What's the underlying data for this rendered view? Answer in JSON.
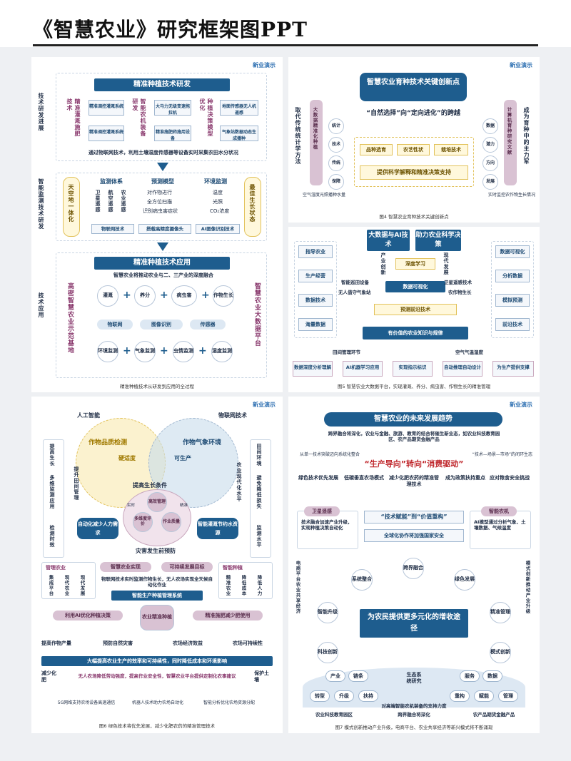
{
  "header": {
    "title": "《智慧农业》研究框架图PPT"
  },
  "brand": "新业演示",
  "p1": {
    "side1": "技术研发进展",
    "side2": "智能监测技术研发",
    "side3": "技术应用",
    "top_title": "精准种植技术研发",
    "g1_label": "精准灌溉施肥技术",
    "g1_items": [
      "精准调控灌溉系统",
      "精准调控灌溉系统"
    ],
    "g2_label": "智能农机装备研发",
    "g2_items": [
      "大马力无级变速拖拉机",
      "精准施肥药施用设备"
    ],
    "g3_label": "种植决策模型优化",
    "g3_items": [
      "地面传感器无人机遥感",
      "气象站数据动态生成播种"
    ],
    "top_note": "通过物联网技术，利用土壤湿度传感器等设备实时采集农田水分状况",
    "mid_left": "天空地一体化",
    "mid_right": "最佳生长状态",
    "col1_title": "监测体系",
    "col1_items": [
      "卫星遥感",
      "航空遥感",
      "农业遥感"
    ],
    "col2_title": "预测模型",
    "col2_items": [
      "对作物进行",
      "全方位扫描",
      "识别病虫害症状"
    ],
    "col3_title": "环境监测",
    "col3_items": [
      "温度",
      "光照",
      "CO₂浓度"
    ],
    "mid_bottom": [
      "物联网技术",
      "搭载高精度摄像头",
      "AI图像识别技术"
    ],
    "app_title": "精准种植技术应用",
    "app_note": "智慧农业将推动农业与二、三产业的深度融合",
    "app_left": "高密智慧农业示范基地",
    "app_right": "智慧农业大数据平台",
    "row1": [
      "灌溉",
      "养分",
      "病虫害",
      "作物生长"
    ],
    "row_mid": [
      "物联网",
      "图像识别",
      "传感器"
    ],
    "row2": [
      "环境监测",
      "气象监测",
      "虫情监测",
      "湿度监测"
    ],
    "caption": "精准种植技术从研发到应用的全过程"
  },
  "p2": {
    "title": "智慧农业育种技术关键创新点",
    "left_v": "取代传统统计学方法",
    "right_v": "成为育种中的主力军",
    "arc_left": "大数据精准化种植",
    "arc_right": "计算机育种研究文献",
    "slogan": "“自然选择”向“定向进化”的跨越",
    "left_circles": [
      "统计",
      "技术",
      "传统",
      "保障"
    ],
    "right_circles": [
      "数据",
      "潜力",
      "方向",
      "发展"
    ],
    "mid_boxes": [
      "品种选育",
      "农艺性状",
      "栽培技术"
    ],
    "support": "提供科学解释和精准决策支持",
    "bot_left": "空气湿度光照播种水量",
    "bot_right": "实时监控农作物生长情况",
    "caption": "图4 智慧农业育种技术关键创新点"
  },
  "p3": {
    "top_left": "大数据与AI技术",
    "top_right": "助力农业科学决策",
    "left_col": [
      "指导农业",
      "生产经营",
      "数据技术",
      "海量数据"
    ],
    "right_col": [
      "数据可视化",
      "分析数据",
      "模拟预测",
      "前沿技术"
    ],
    "lv1": "产业创新",
    "rv1": "现代发展",
    "pyr": [
      "深度学习",
      "数据可视化",
      "预测前沿技术",
      "有价值的农业知识与规律"
    ],
    "l_labels": [
      "智能巡田设备",
      "无人值守气象站"
    ],
    "r_labels": [
      "卫星遥感技术",
      "农作物生长"
    ],
    "bottom_l": "田间管理环节",
    "bottom_r": "空气气温湿度",
    "flow": [
      "数据深度分析理解",
      "AI机器学习应用",
      "实现指示标识",
      "自动推理自动设计",
      "为生产提供支撑"
    ],
    "caption": "图5 智慧农业大数据平台，实现灌溉、养分、病虫害、作物生长的精准管理"
  },
  "p4": {
    "top_left": "人工智能",
    "top_right": "物联网技术",
    "c1": "作物品质检测",
    "c2": "作物气象环境",
    "c1b": "硬适度",
    "c2b": "可生产",
    "center_title": "提高生长条件",
    "center_items": [
      "高效管理",
      "多维度评价",
      "作业质量"
    ],
    "center_small": [
      "实时",
      "精准"
    ],
    "center_bottom": "灾害发生前预防",
    "left_tall": [
      "提高生长",
      "多维监测应用",
      "检测时效"
    ],
    "right_tall": [
      "田间环境",
      "避免降低损失",
      "监测水平"
    ],
    "lv": "提升田间管理",
    "rv": "农业现代化水平",
    "drum_left": "自动化减少人力需求",
    "drum_right": "智能灌溉节约水资源",
    "mgmt_left": "管理农业",
    "mgmt_left_items": [
      "集成平台",
      "现代农业",
      "现代发展"
    ],
    "mgmt_right": "智能种植",
    "mgmt_right_items": [
      "精准农业",
      "降低成本",
      "降低人力"
    ],
    "mid_pills": [
      "智慧农业实现",
      "可持续发展目标"
    ],
    "mid_note": "物联网技术实时监测作物生长，无人农场实现全天候自动化作业",
    "sys": "智能生产种植管理系统",
    "left_mid": "利用AI优化种植决策",
    "right_mid": "精准施肥减少肥使用",
    "hex": "农业精准种植",
    "row": [
      "提高作物产量",
      "预防自然灾害",
      "农场经济效益",
      "农场可持续性"
    ],
    "banner": "大幅提高农业生产的效率和可持续性，同时降低成本和环境影响",
    "banner2": "无人农场降低劳动强度，提高作业安全性，智慧农业平台提供定制化农事建议",
    "side_l": "减少化肥",
    "side_r": "保护土壤",
    "bottom": [
      "5G网络支持农场设备高速通信",
      "机器人技术助力农场自动化",
      "智能分析优化农场资源分配"
    ],
    "caption": "图6 绿色技术将优先发展，减少化肥农药的精准管理技术"
  },
  "p5": {
    "title": "智慧农业的未来发展趋势",
    "sub": "跨界融合将深化，农业与金融、旅游、教育的结合将催生新业态，如农业科技教育园区、农产品期货金融产品",
    "l_small": "从单一技术突破迈向系统化整合",
    "r_small": "“技术—场景—市场”的闭环生态",
    "slogan": "“生产导向”转向“消费驱动”",
    "row": [
      "绿色技术优先发展",
      "低碳垂直农场模式",
      "减少化肥农药的精准管理技术",
      "成为政策扶持重点",
      "应对粮食安全挑战"
    ],
    "arrow_box": "“技术赋能”到“价值重构”",
    "global": "全球化协作将加强国家安全",
    "tl_title": "卫星遥感",
    "tl_text": "技术融合加速产业升级，实现种植决策自动化",
    "tr_title": "智能农机",
    "tr_text": "AI模型通过分析气象、土壤数据、气候温度",
    "lv": "电商平台农业共享经济",
    "rv": "模式创新推动产业升级",
    "nodes": [
      "系统整合",
      "跨界融合",
      "绿色发展",
      "智能升级",
      "精准管理",
      "科技创新",
      "模式创新"
    ],
    "center": "为农民提供更多元化的增收途径",
    "l_tags": [
      "产业",
      "链条",
      "转型",
      "升级",
      "扶持"
    ],
    "r_tags": [
      "服务",
      "数据",
      "重构",
      "赋能",
      "管理"
    ],
    "bottom_mid": "生态系统研究",
    "bottom_note": "对高端智能农机装备的支持力度",
    "bottom_row": [
      "农业科技教育园区",
      "跨界融合将深化",
      "农产品期货金融产品"
    ],
    "caption": "图7 模式创新推动产业升级，电商平台、农业共享经济等新兴模式将不断涌现"
  }
}
